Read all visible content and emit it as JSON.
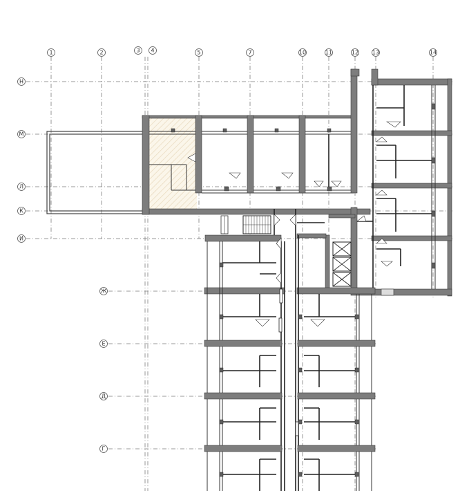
{
  "plan": {
    "vertical_axes": [
      "1",
      "2",
      "3",
      "4",
      "5",
      "7",
      "10",
      "11",
      "12",
      "13",
      "14"
    ],
    "horizontal_axes": [
      "Н",
      "М",
      "Л",
      "К",
      "И",
      "Ж",
      "Е",
      "Д",
      "Г"
    ]
  },
  "colors": {
    "wall": "#7d7d7d",
    "column": "#5e5e5e",
    "axis": "#7a7a7a",
    "hatch": "#e8d9bd",
    "background": "#ffffff"
  }
}
